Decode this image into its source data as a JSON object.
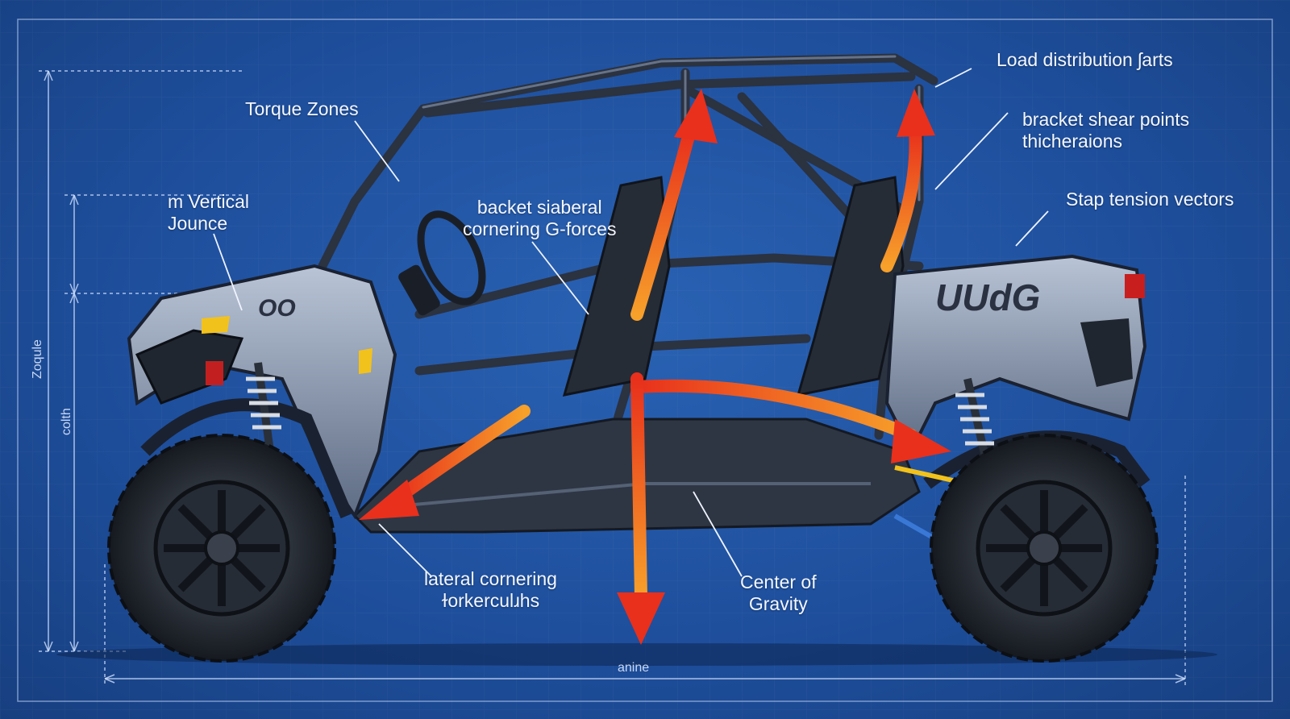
{
  "labels": {
    "torque_zones": "Torque Zones",
    "vertical_jounce": [
      "m Vertical",
      "Jounce"
    ],
    "bracket_lateral": [
      "backet siaberal",
      "cornering G-forces"
    ],
    "load_distribution": "Load distribution ʃarts",
    "bracket_shear": [
      "bracket shear points",
      "thicheraions"
    ],
    "strap_tension": "Stap tension vectors",
    "lateral_cornering": [
      "lateral cornering",
      "ɫorkerculɹhs"
    ],
    "center_of_gravity": [
      "Center of",
      "Gravity"
    ]
  },
  "dimensions": {
    "left_outer": "Zoqule",
    "left_inner": "colth",
    "bottom": "anine"
  },
  "colors": {
    "background": "#1e4f9d",
    "blueprint_line": "#cfe0ff",
    "arrow_start": "#e8301c",
    "arrow_end": "#f7a02a",
    "body_panel": "#8796ad",
    "frame": "#2b3240",
    "tire": "#1c2128"
  }
}
